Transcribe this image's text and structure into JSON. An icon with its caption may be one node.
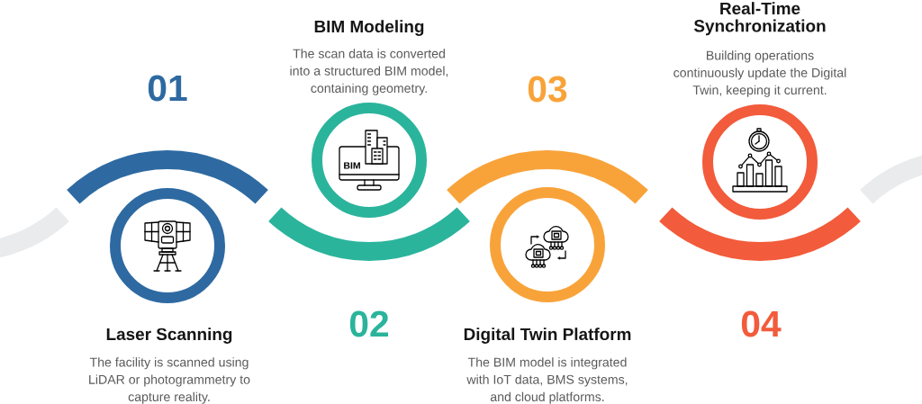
{
  "diagram": {
    "nodes": [
      {
        "text": [
          "Laser Scanning",
          "The facility is scanned using LiDAR or photogrammetry to capture reality."
        ],
        "beside": [
          "01"
        ]
      },
      {
        "text": [
          "BIM Modeling",
          "The scan data is converted into a structured BIM model, containing geometry."
        ],
        "beside": [
          "02"
        ]
      },
      {
        "text": [
          "Digital Twin Platform",
          "The BIM model is integrated with IoT data, BMS systems, and cloud platforms."
        ],
        "beside": [
          "03"
        ]
      },
      {
        "text": [
          "Real-Time Synchronization",
          "Building operations continuously update the Digital Twin, keeping it current."
        ],
        "beside": [
          "04"
        ]
      }
    ],
    "labels": [
      "BIM"
    ]
  }
}
